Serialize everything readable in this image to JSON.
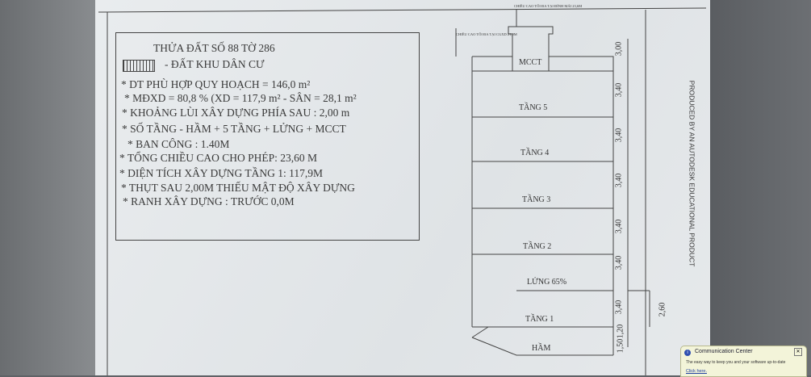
{
  "watermark": "PRODUCED BY AN AUTODESK EDUCATIONAL PRODUCT",
  "info_box": {
    "title": "THỬA ĐẤT SỐ 88 TỜ 286",
    "legend": "- ĐẤT KHU DÂN CƯ",
    "lines": [
      "* DT PHÙ HỢP QUY HOẠCH = 146,0 m²",
      "* MĐXD = 80,8 % (XD = 117,9 m² - SÂN = 28,1 m²",
      "* KHOẢNG LÙI XÂY DỰNG PHÍA SAU : 2,00 m",
      "* SỐ TẦNG - HẦM + 5 TẦNG + LỬNG + MCCT",
      "* BAN CÔNG : 1.40M",
      "* TỔNG CHIỀU CAO CHO PHÉP: 23,60 M",
      "* DIỆN TÍCH XÂY DỰNG TẦNG 1: 117,9M",
      "* THỤT SAU 2,00M  THIẾU MẬT ĐỘ XÂY DỰNG",
      "* RANH XÂY DỰNG : TRƯỚC 0,0M"
    ]
  },
  "section": {
    "top_note_1": "CHIỀU CAO TỐI ĐA TẠI ĐỈNH MÁI 23,6M",
    "top_note_2": "CHIỀU CAO TỐI ĐA TẠI CGXD 21,0M",
    "floors": [
      "MCCT",
      "TẦNG 5",
      "TẦNG 4",
      "TẦNG 3",
      "TẦNG 2",
      "LỬNG 65%",
      "TẦNG 1",
      "HẦM"
    ],
    "dimensions": [
      "3,00",
      "3,40",
      "3,40",
      "3,40",
      "3,40",
      "3,40",
      "3,40",
      "1,20",
      "1,50",
      "2,60"
    ]
  },
  "notification": {
    "title": "Communication Center",
    "message": "The easy way to keep you and your software up-to-date",
    "link": "Click here."
  }
}
